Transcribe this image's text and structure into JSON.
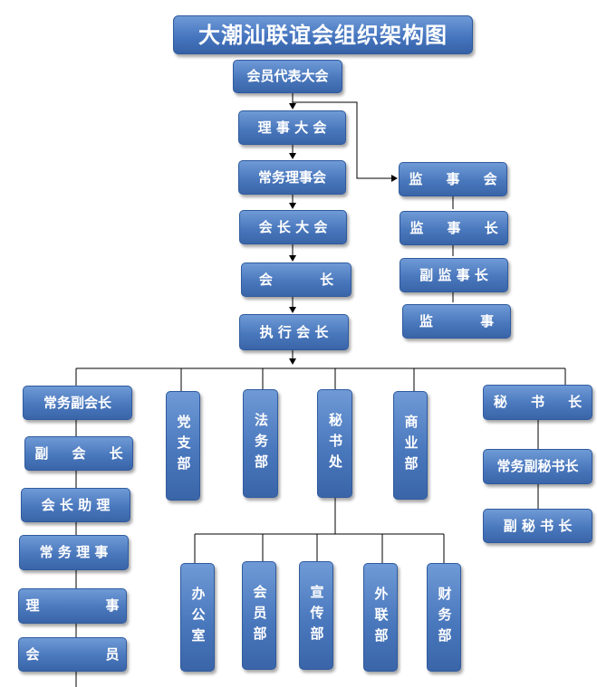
{
  "title": "大潮汕联谊会组织架构图",
  "nodes": {
    "members_congress": "会员代表大会",
    "council": "理 事 大 会",
    "standing_council": "常务理事会",
    "president_assembly": "会 长 大 会",
    "president": "会          长",
    "executive_president": "执 行 会 长",
    "supervisory_board": "监     事     会",
    "chief_supervisor": "监     事     长",
    "deputy_chief_supervisor": "副 监 事 长",
    "supervisor": "监          事",
    "exec_vice_president": "常务副会长",
    "vice_president": "副     会     长",
    "president_assistant": "会 长 助 理",
    "standing_director": "常 务 理 事",
    "director": "理              事",
    "member": "会              员",
    "party_branch": "党支部",
    "legal_dept": "法务部",
    "secretariat": "秘书处",
    "business_dept": "商业部",
    "secretary_general": "秘     书     长",
    "exec_deputy_secretary_general": "常务副秘书长",
    "deputy_secretary_general": "副 秘 书 长",
    "office": "办公室",
    "membership_dept": "会员部",
    "publicity_dept": "宣传部",
    "liaison_dept": "外联部",
    "finance_dept": "财务部"
  }
}
